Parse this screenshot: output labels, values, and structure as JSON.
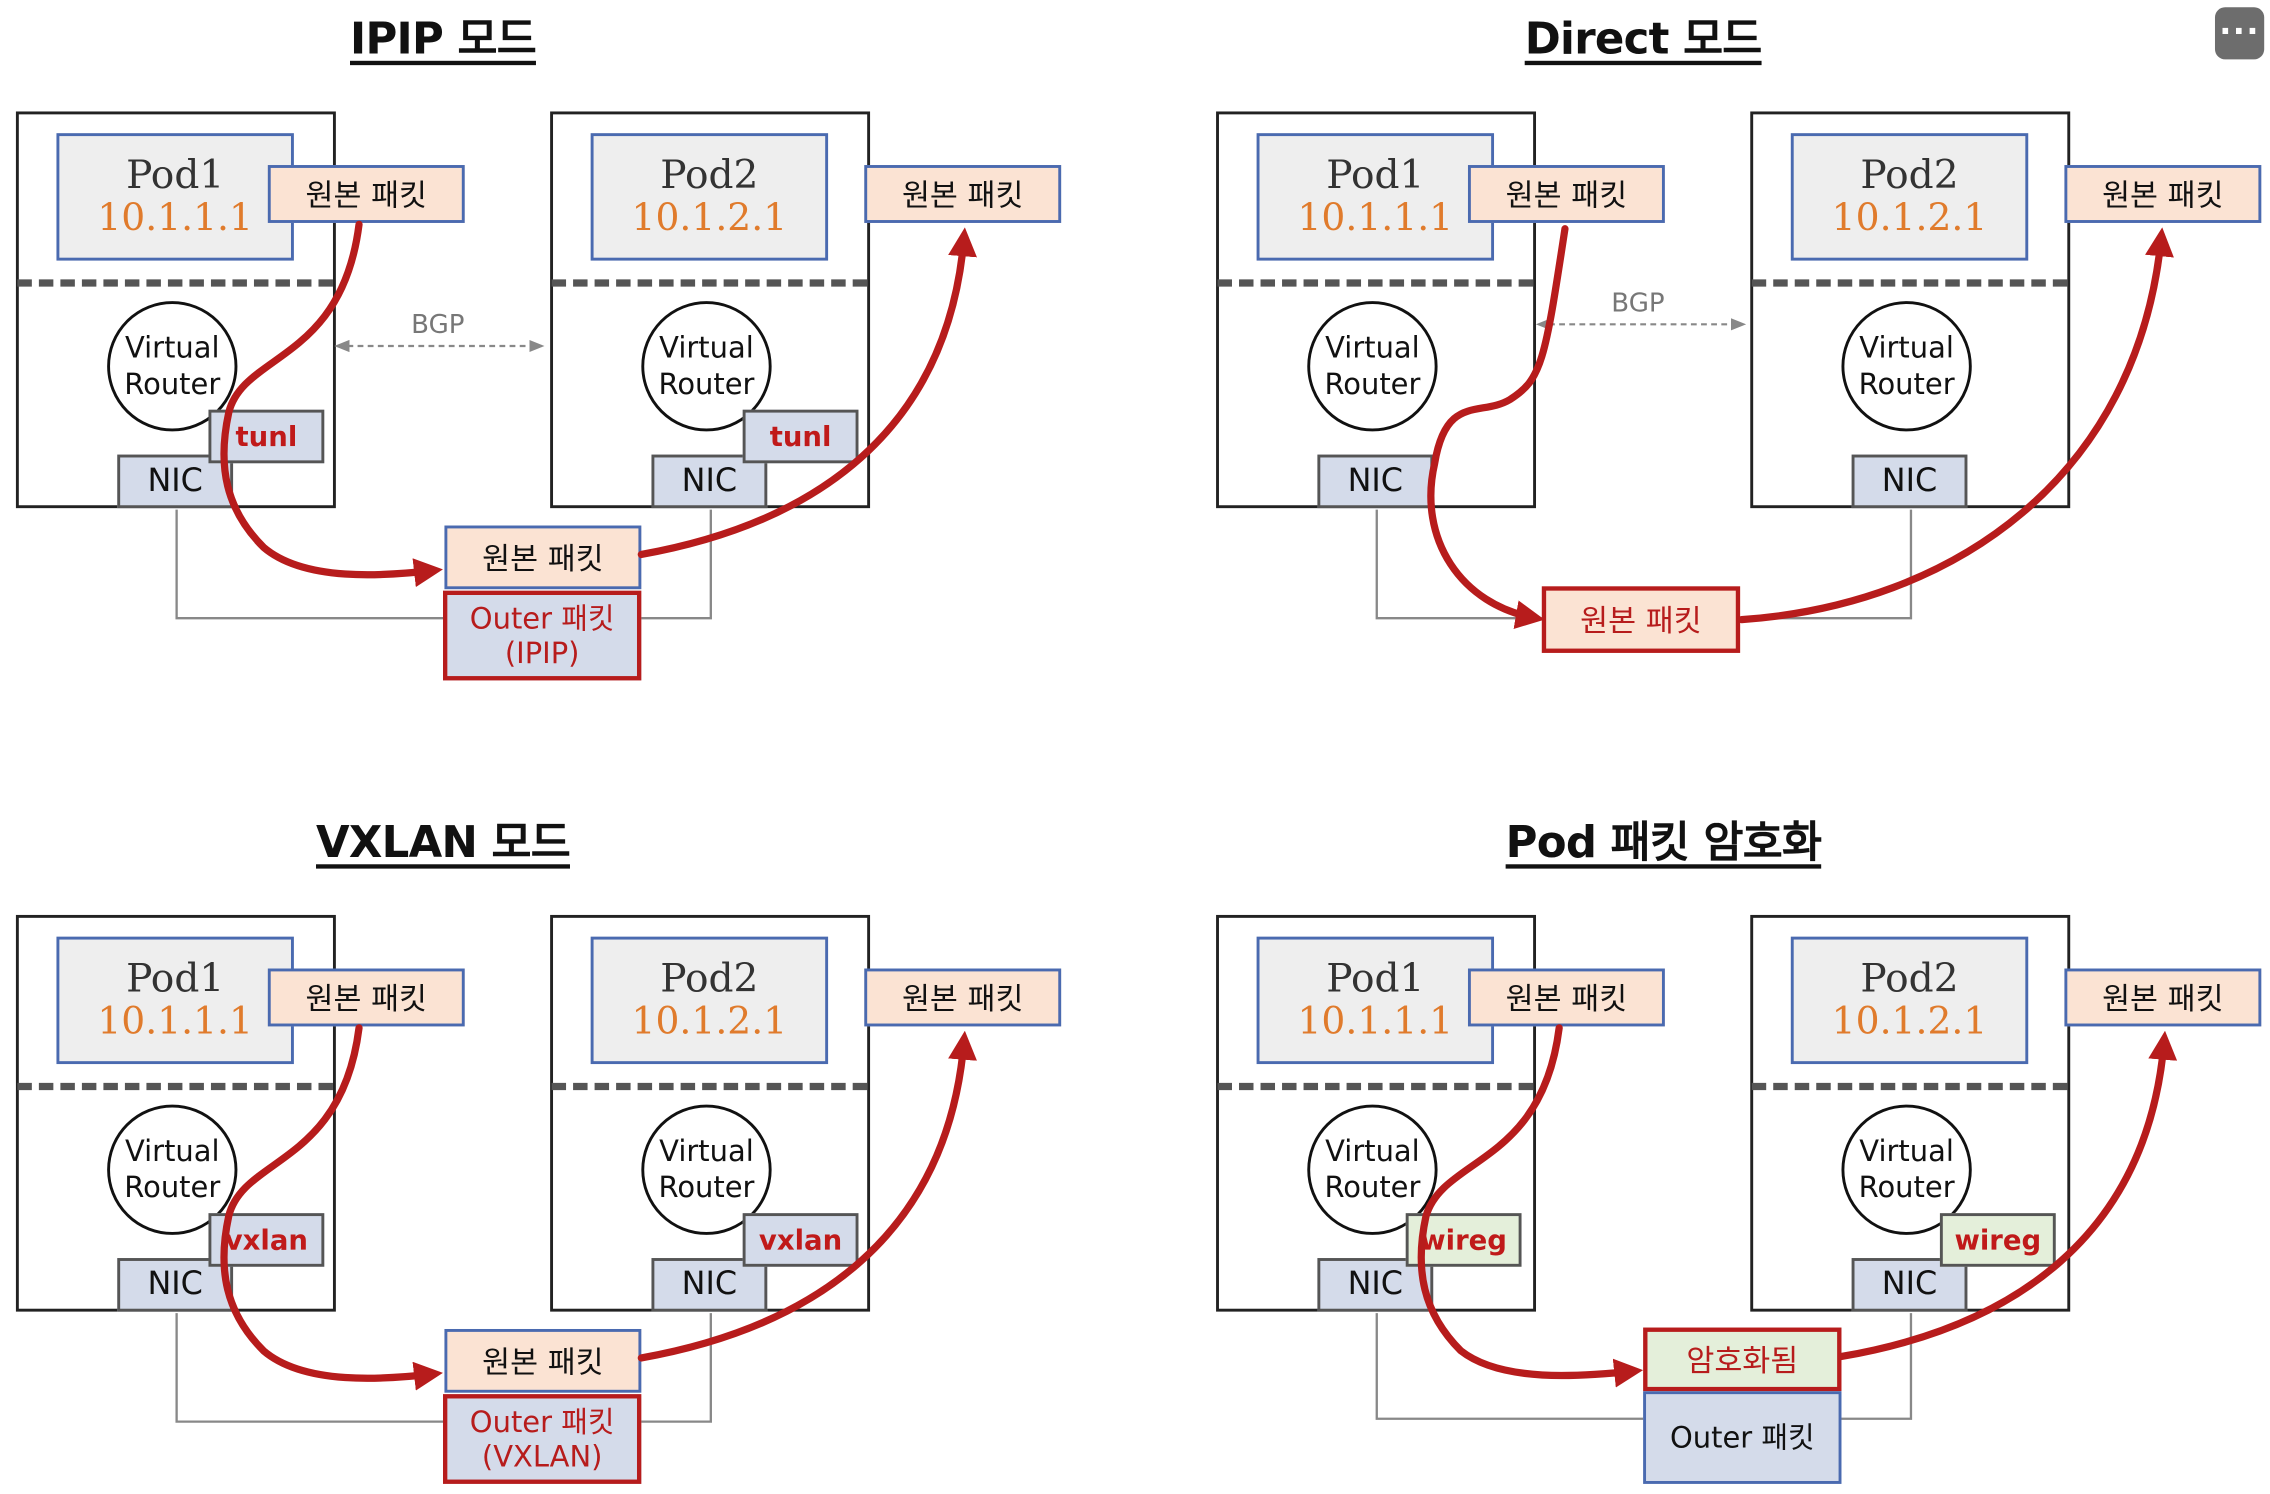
{
  "menu_icon": "more-horizontal-icon",
  "colors": {
    "arrow": "#b71c1c",
    "pod_ip": "#e07b2c",
    "packet_fill": "#fbe3d3",
    "nic_fill": "#d4dbea",
    "wireguard_fill": "#e4efda"
  },
  "panels": [
    {
      "title": "IPIP 모드",
      "mode": "encap",
      "bgp": "BGP",
      "pod1": {
        "name": "Pod1",
        "ip": "10.1.1.1"
      },
      "pod2": {
        "name": "Pod2",
        "ip": "10.1.2.1"
      },
      "router": [
        "Virtual",
        "Router"
      ],
      "nic": "NIC",
      "iface": "tunl",
      "packet": "원본 패킷",
      "wire_packet": "원본 패킷",
      "outer": [
        "Outer 패킷",
        "(IPIP)"
      ]
    },
    {
      "title": "Direct 모드",
      "mode": "direct",
      "bgp": "BGP",
      "pod1": {
        "name": "Pod1",
        "ip": "10.1.1.1"
      },
      "pod2": {
        "name": "Pod2",
        "ip": "10.1.2.1"
      },
      "router": [
        "Virtual",
        "Router"
      ],
      "nic": "NIC",
      "packet": "원본 패킷",
      "wire_packet": "원본 패킷"
    },
    {
      "title": "VXLAN 모드",
      "mode": "encap",
      "pod1": {
        "name": "Pod1",
        "ip": "10.1.1.1"
      },
      "pod2": {
        "name": "Pod2",
        "ip": "10.1.2.1"
      },
      "router": [
        "Virtual",
        "Router"
      ],
      "nic": "NIC",
      "iface": "vxlan",
      "packet": "원본 패킷",
      "wire_packet": "원본 패킷",
      "outer": [
        "Outer 패킷",
        "(VXLAN)"
      ]
    },
    {
      "title": "Pod 패킷 암호화",
      "mode": "wireguard",
      "pod1": {
        "name": "Pod1",
        "ip": "10.1.1.1"
      },
      "pod2": {
        "name": "Pod2",
        "ip": "10.1.2.1"
      },
      "router": [
        "Virtual",
        "Router"
      ],
      "nic": "NIC",
      "iface": "wireg",
      "packet": "원본 패킷",
      "wire_packet": "암호화됨",
      "outer": [
        "Outer 패킷"
      ]
    }
  ]
}
